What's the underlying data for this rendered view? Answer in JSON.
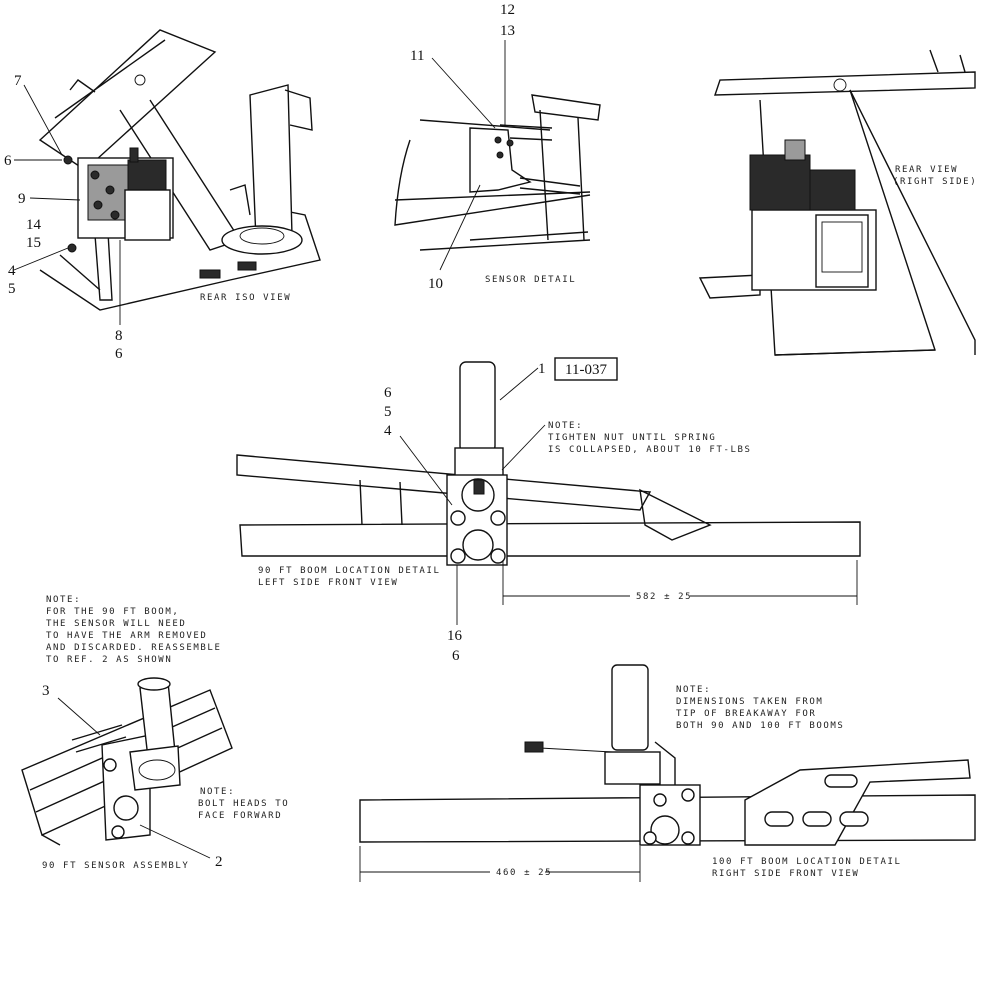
{
  "views": {
    "rear_iso": {
      "caption": "REAR ISO VIEW",
      "callouts": [
        "7",
        "6",
        "9",
        "14",
        "15",
        "4",
        "5",
        "8",
        "6"
      ]
    },
    "sensor_detail": {
      "caption": "SENSOR DETAIL",
      "callouts": [
        "12",
        "13",
        "11",
        "10"
      ]
    },
    "rear_view_right": {
      "caption_line1": "REAR VIEW",
      "caption_line2": "(RIGHT SIDE)"
    },
    "boom90_detail": {
      "caption_line1": "90 FT BOOM LOCATION DETAIL",
      "caption_line2": "LEFT SIDE FRONT VIEW",
      "callouts": [
        "6",
        "5",
        "4",
        "1",
        "16",
        "6"
      ],
      "ref_box": "11-037",
      "dimension": "582 ± 25",
      "note": [
        "NOTE:",
        "TIGHTEN NUT UNTIL SPRING",
        "IS COLLAPSED, ABOUT 10 FT-LBS"
      ]
    },
    "sensor_assembly_90": {
      "caption": "90 FT SENSOR ASSEMBLY",
      "callouts": [
        "3",
        "2"
      ],
      "note_top": [
        "NOTE:",
        "FOR THE 90 FT BOOM,",
        "THE SENSOR WILL NEED",
        "TO HAVE THE ARM REMOVED",
        "AND DISCARDED.  REASSEMBLE",
        "TO REF. 2 AS SHOWN"
      ],
      "note_bolt": [
        "NOTE:",
        "BOLT HEADS TO",
        "FACE FORWARD"
      ]
    },
    "boom100_detail": {
      "caption_line1": "100 FT BOOM LOCATION DETAIL",
      "caption_line2": "RIGHT SIDE FRONT VIEW",
      "dimension": "460 ± 25",
      "note": [
        "NOTE:",
        "DIMENSIONS TAKEN FROM",
        "TIP OF BREAKAWAY FOR",
        "BOTH 90 AND 100 FT BOOMS"
      ]
    }
  }
}
